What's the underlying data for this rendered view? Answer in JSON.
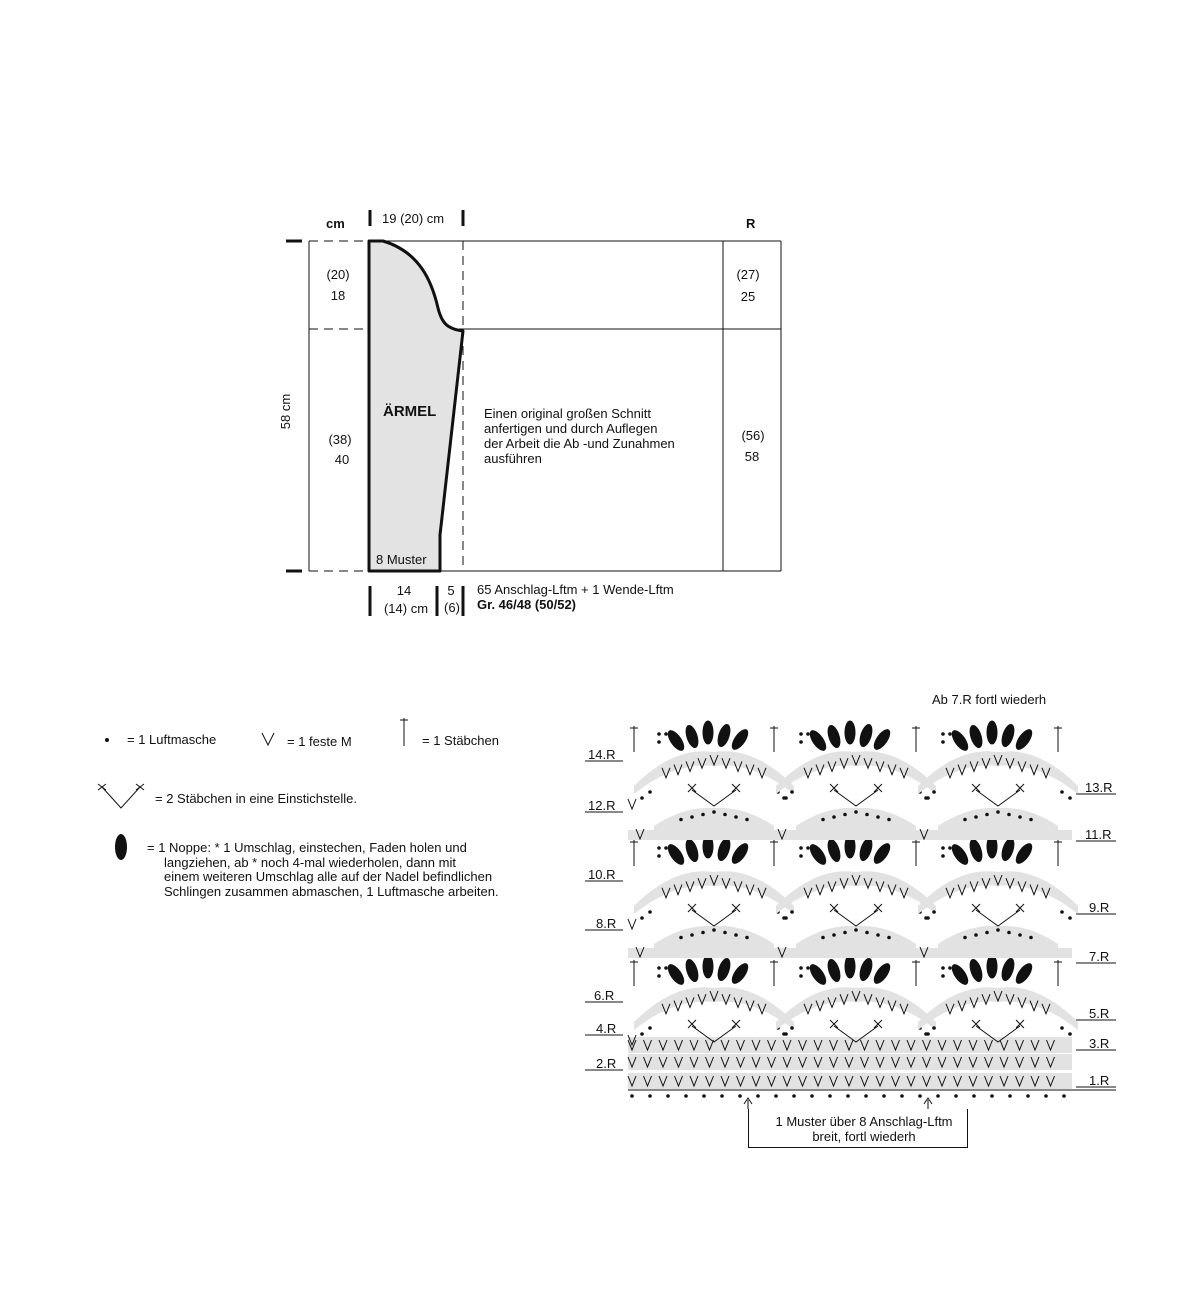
{
  "schnitt": {
    "unit_left": "cm",
    "unit_right": "R",
    "top_width": "19 (20) cm",
    "height": "58 cm",
    "left_upper_alt": "(20)",
    "left_upper": "18",
    "left_lower_alt": "(38)",
    "left_lower": "40",
    "right_upper_alt": "(27)",
    "right_upper": "25",
    "right_lower_alt": "(56)",
    "right_lower": "58",
    "piece_label": "ÄRMEL",
    "muster_label": "8 Muster",
    "instruction_lines": [
      "Einen original großen Schnitt",
      "anfertigen und durch Auflegen",
      "der Arbeit die Ab -und Zunahmen",
      "ausführen"
    ],
    "bottom_a1": "14",
    "bottom_a2": "(14) cm",
    "bottom_b1": "5",
    "bottom_b2": "(6)",
    "chain_text": "65 Anschlag-Lftm + 1 Wende-Lftm",
    "size_text": "Gr. 46/48 (50/52)"
  },
  "legend": {
    "luftmasche": "= 1 Luftmasche",
    "feste_m": "= 1 feste M",
    "staebchen": "= 1 Stäbchen",
    "two_staebchen": "= 2 Stäbchen in eine Einstichstelle.",
    "noppe_lines": [
      "= 1 Noppe: * 1 Umschlag, einstechen, Faden holen und",
      "langziehen, ab * noch 4-mal wiederholen, dann mit",
      "einem weiteren Umschlag alle auf der Nadel befindlichen",
      "Schlingen zusammen abmaschen, 1 Luftmasche arbeiten."
    ]
  },
  "chart": {
    "repeat_note": "Ab 7.R fortl wiederh",
    "rows_left": [
      "14.R",
      "12.R",
      "10.R",
      "8.R",
      "6.R",
      "4.R",
      "2.R"
    ],
    "rows_right": [
      "13.R",
      "11.R",
      "9.R",
      "7.R",
      "5.R",
      "3.R",
      "1.R"
    ],
    "muster_note_lines": [
      "1 Muster über 8 Anschlag-Lftm",
      "breit, fortl wiederh"
    ]
  }
}
